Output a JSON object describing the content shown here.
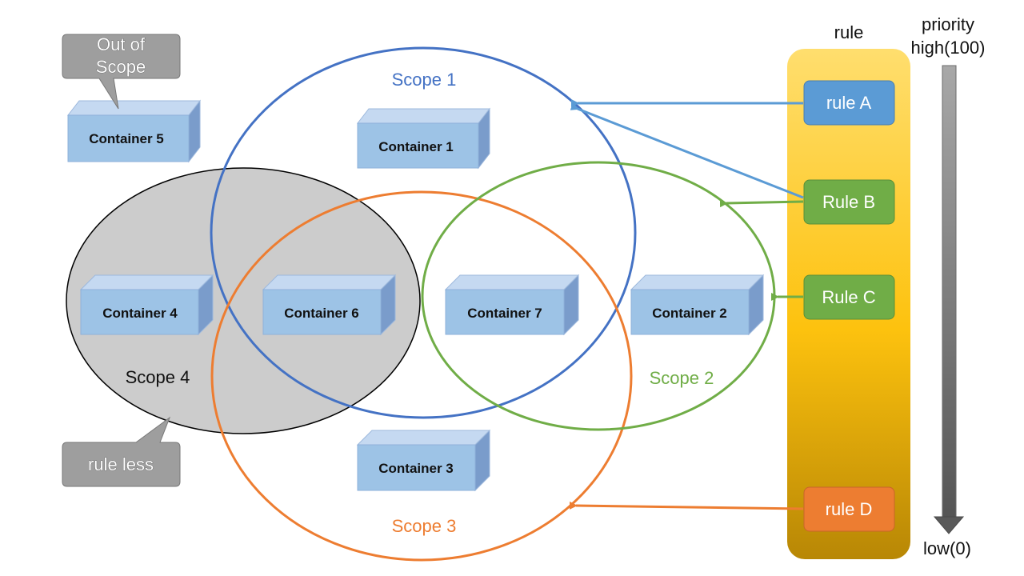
{
  "scopes": {
    "scope1": "Scope 1",
    "scope2": "Scope 2",
    "scope3": "Scope 3",
    "scope4": "Scope 4"
  },
  "containers": {
    "c1": "Container 1",
    "c2": "Container 2",
    "c3": "Container 3",
    "c4": "Container 4",
    "c5": "Container 5",
    "c6": "Container 6",
    "c7": "Container 7"
  },
  "callouts": {
    "out_of_scope_line1": "Out of",
    "out_of_scope_line2": "Scope",
    "rule_less": "rule less"
  },
  "rule_panel": {
    "title": "rule",
    "rules": {
      "a": "rule A",
      "b": "Rule B",
      "c": "Rule C",
      "d": "rule D"
    }
  },
  "priority": {
    "label": "priority",
    "high": "high(100)",
    "low": "low(0)"
  },
  "colors": {
    "scope1": "#4472C4",
    "scope2": "#70AD47",
    "scope3": "#ED7D31",
    "scope4": "#000000",
    "ruleA": "#5B9BD5",
    "ruleB": "#70AD47",
    "ruleC": "#70AD47",
    "ruleD": "#ED7D31"
  }
}
